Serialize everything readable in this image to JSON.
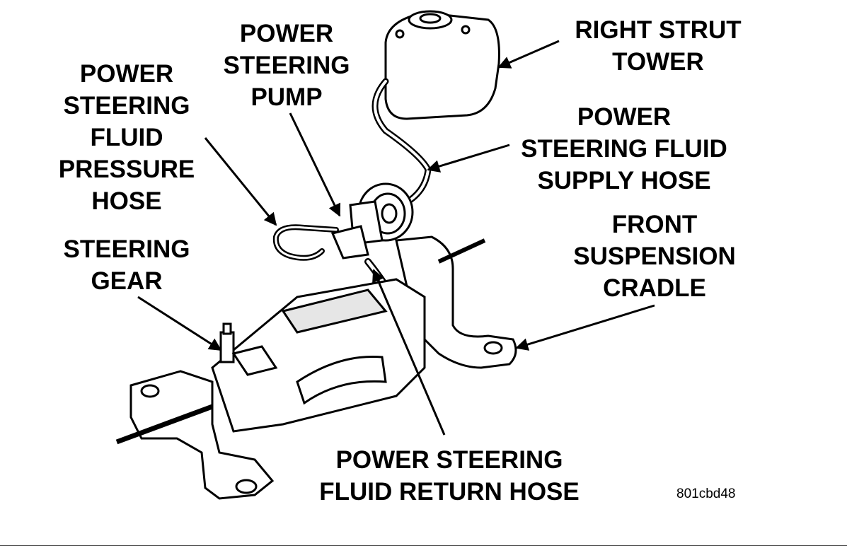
{
  "labels": {
    "pump": [
      "POWER",
      "STEERING",
      "PUMP"
    ],
    "pressure_hose": [
      "POWER",
      "STEERING",
      "FLUID",
      "PRESSURE",
      "HOSE"
    ],
    "strut_tower": [
      "RIGHT STRUT",
      "TOWER"
    ],
    "supply_hose": [
      "POWER",
      "STEERING FLUID",
      "SUPPLY HOSE"
    ],
    "cradle": [
      "FRONT",
      "SUSPENSION",
      "CRADLE"
    ],
    "gear": [
      "STEERING",
      "GEAR"
    ],
    "return_hose": [
      "POWER STEERING",
      "FLUID RETURN HOSE"
    ]
  },
  "figure_code": "801cbd48",
  "colors": {
    "ink": "#000000",
    "paper": "#ffffff",
    "shade": "#d9d9d9"
  }
}
